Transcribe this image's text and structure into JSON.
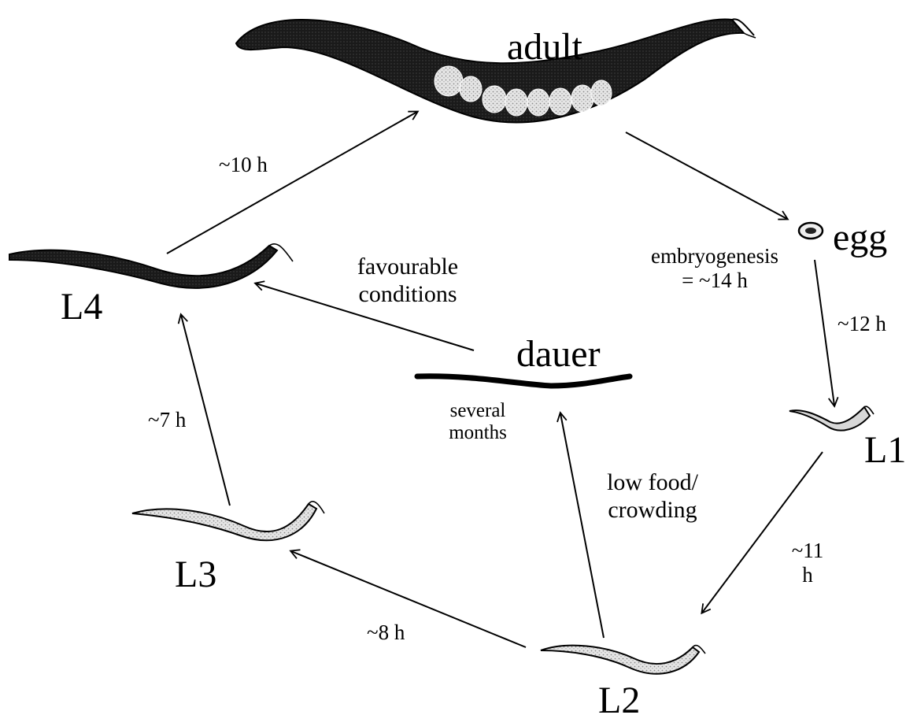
{
  "stages": {
    "adult": "adult",
    "egg": "egg",
    "l1": "L1",
    "l2": "L2",
    "l3": "L3",
    "l4": "L4",
    "dauer": "dauer"
  },
  "durations": {
    "l4_to_adult": "~10 h",
    "embryogenesis_line1": "embryogenesis",
    "embryogenesis_line2": "= ~14 h",
    "egg_to_l1": "~12 h",
    "l1_to_l2_line1": "~11",
    "l1_to_l2_line2": "h",
    "l2_to_l3": "~8 h",
    "l3_to_l4": "~7 h"
  },
  "conditions": {
    "favourable_line1": "favourable",
    "favourable_line2": "conditions",
    "low_food_line1": "low food/",
    "low_food_line2": "crowding",
    "dauer_duration_line1": "several",
    "dauer_duration_line2": "months"
  },
  "colors": {
    "ink": "#000000",
    "worm_body": "#2b2b2b",
    "worm_light": "#d8d8d8",
    "egg_fill": "#eeeeee"
  }
}
